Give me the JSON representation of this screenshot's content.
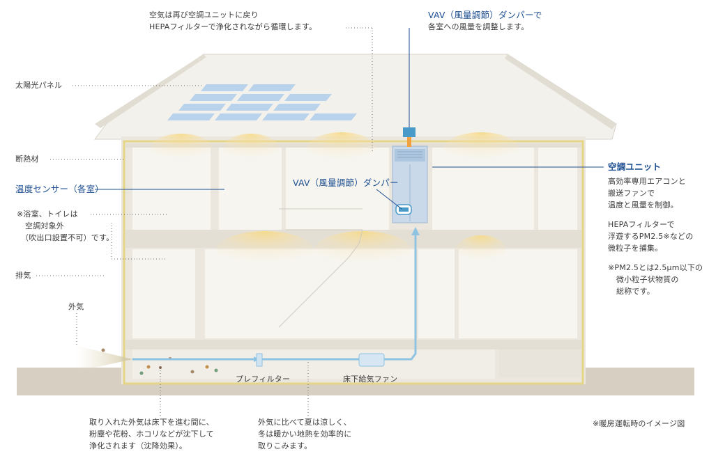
{
  "colors": {
    "wall": "#efece6",
    "wall_shadow": "#dedad2",
    "ground": "#c8bfb0",
    "insulation": "#e8d27c",
    "duct": "#8fc3e2",
    "accent": "#1d4f91",
    "solar": "#b9d3ec"
  },
  "labels": {
    "top_left": [
      "空気は再び空調ユニットに戻り",
      "HEPAフィルターで浄化されながら循環します。"
    ],
    "top_right": [
      "VAV（風量調節）ダンパーで",
      "各室への風量を調整します。"
    ],
    "solar_panel": "太陽光パネル",
    "insulation": "断熱材",
    "temp_sensor": "温度センサー（各室）",
    "bath_note": [
      "※浴室、トイレは",
      "空調対象外",
      "（吹出口設置不可）です。"
    ],
    "exhaust": "排気",
    "outside_air": "外気",
    "vav_damper": "VAV（風量調節）ダンパー",
    "ac_unit": "空調ユニット",
    "ac_desc": [
      "高効率専用エアコンと",
      "搬送ファンで",
      "温度と風量を制御。"
    ],
    "hepa_desc": [
      "HEPAフィルターで",
      "浮遊するPM2.5※などの",
      "微粒子を捕集。"
    ],
    "pm_note": [
      "※PM2.5とは2.5μm以下の",
      "微小粒子状物質の",
      "総称です。"
    ],
    "prefilter": "プレフィルター",
    "floor_fan": "床下給気ファン",
    "bottom_left": [
      "取り入れた外気は床下を進む間に、",
      "粉塵や花粉、ホコリなどが沈下して",
      "浄化されます（沈降効果）。"
    ],
    "bottom_mid": [
      "外気に比べて夏は涼しく、",
      "冬は暖かい地熱を効率的に",
      "取りこみます。"
    ],
    "image_note": "※暖房運転時のイメージ図"
  }
}
